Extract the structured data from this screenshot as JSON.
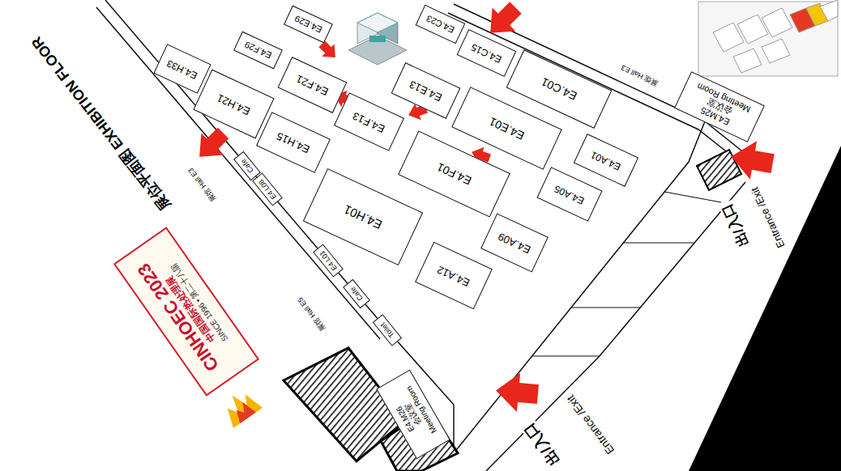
{
  "diagram": {
    "title": "展位平面图 EXHIBITION FLOOR",
    "nodes": [
      {
        "text": [
          "E4.H33"
        ]
      },
      {
        "text": [
          "E4.F29"
        ]
      },
      {
        "text": [
          "E4.E29"
        ]
      },
      {
        "text": [
          "E4.C23"
        ]
      },
      {
        "text": [
          "E4.H21"
        ]
      },
      {
        "text": [
          "E4.F21"
        ]
      },
      {
        "text": [
          "E4.E13"
        ]
      },
      {
        "text": [
          "E4.C15"
        ]
      },
      {
        "text": [
          "E4.H15"
        ]
      },
      {
        "text": [
          "E4.F13"
        ]
      },
      {
        "text": [
          "E4.C01"
        ]
      },
      {
        "text": [
          "E4.E01"
        ]
      },
      {
        "text": [
          "E4.F01"
        ]
      },
      {
        "text": [
          "E4.H01"
        ]
      },
      {
        "text": [
          "E4.A01"
        ]
      },
      {
        "text": [
          "E4.A05"
        ]
      },
      {
        "text": [
          "E4.A09"
        ]
      },
      {
        "text": [
          "E4.A12"
        ]
      },
      {
        "text": [
          "Cafe"
        ]
      },
      {
        "text": [
          "E4.L08"
        ]
      },
      {
        "text": [
          "E4.L01"
        ]
      },
      {
        "text": [
          "Cafe"
        ]
      },
      {
        "text": [
          "Toilet"
        ]
      },
      {
        "text": [
          "E4.M25",
          "会议室",
          "Meeting Room"
        ]
      },
      {
        "text": [
          "E4.M26",
          "会议室",
          "Meeting Room"
        ]
      },
      {
        "text": [
          "CINHOEC 2023",
          "中国国际热处理展",
          "SINCE 1996 • 第二十八届"
        ]
      }
    ],
    "labels": [
      "展馆 Hall E3",
      "展馆 Hall E3",
      "展馆 Hall E5",
      "出/入口",
      "Entrance /Exit",
      "出/入口",
      "Entrance /Exit"
    ]
  }
}
